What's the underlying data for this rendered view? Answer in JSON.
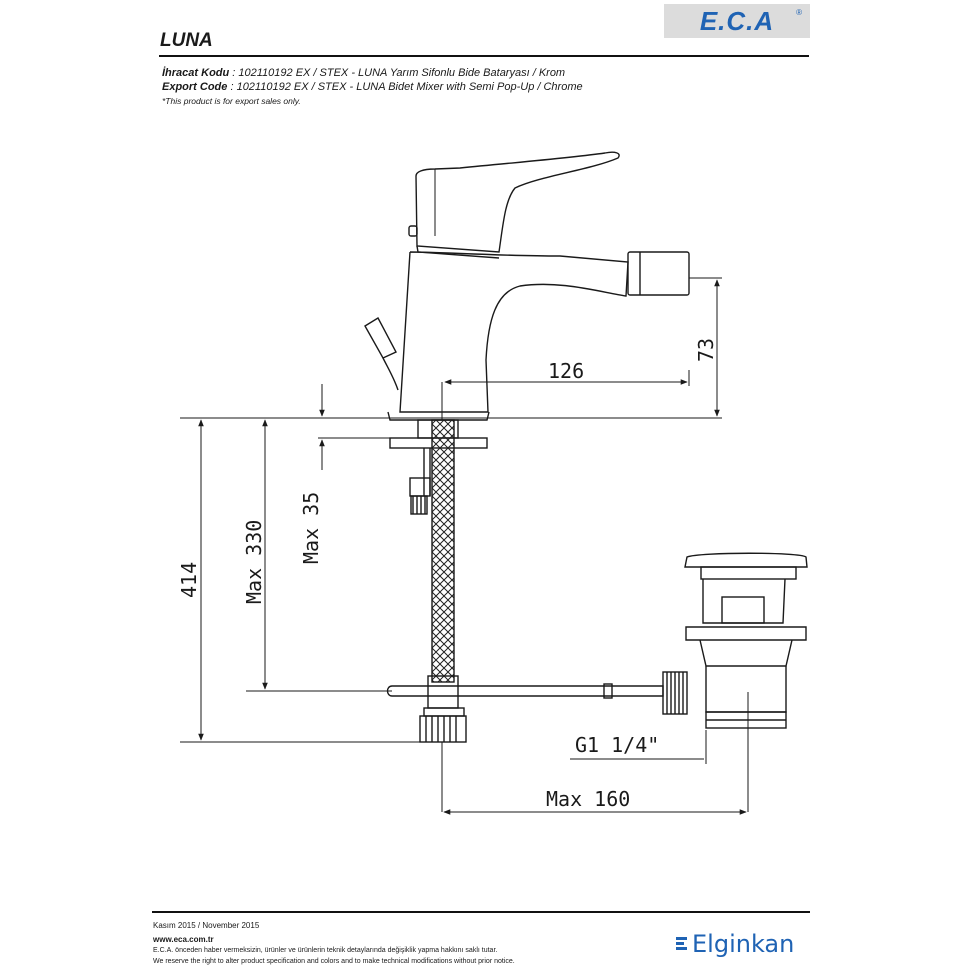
{
  "header": {
    "logo_text": "E.C.A",
    "logo_registered": "®",
    "product_name": "LUNA"
  },
  "info": {
    "line1_label": "İhracat Kodu",
    "line1_value": " : 102110192 EX / STEX - LUNA Yarım Sifonlu Bide Bataryası / Krom",
    "line2_label": "Export Code",
    "line2_value": "  : 102110192 EX / STEX - LUNA Bidet Mixer with Semi Pop-Up / Chrome",
    "note": "*This product is for export sales only."
  },
  "dimensions": {
    "spout_reach": "126",
    "spout_height": "73",
    "max_thickness": "Max 35",
    "max_below": "Max 330",
    "total_height": "414",
    "thread": "G1 1/4\"",
    "max_reach": "Max 160"
  },
  "footer": {
    "date": "Kasım 2015 / November 2015",
    "website": "www.eca.com.tr",
    "disclaimer_tr": "E.C.A. önceden haber vermeksizin, ürünler ve ürünlerin teknik detaylarında değişiklik yapma hakkını saklı tutar.",
    "disclaimer_en": "We reserve the right to alter product specification and colors and to make technical modifications without prior notice.",
    "brand": "Elginkan"
  },
  "colors": {
    "brand_blue": "#1f63b4",
    "line": "#1a1a1a"
  }
}
